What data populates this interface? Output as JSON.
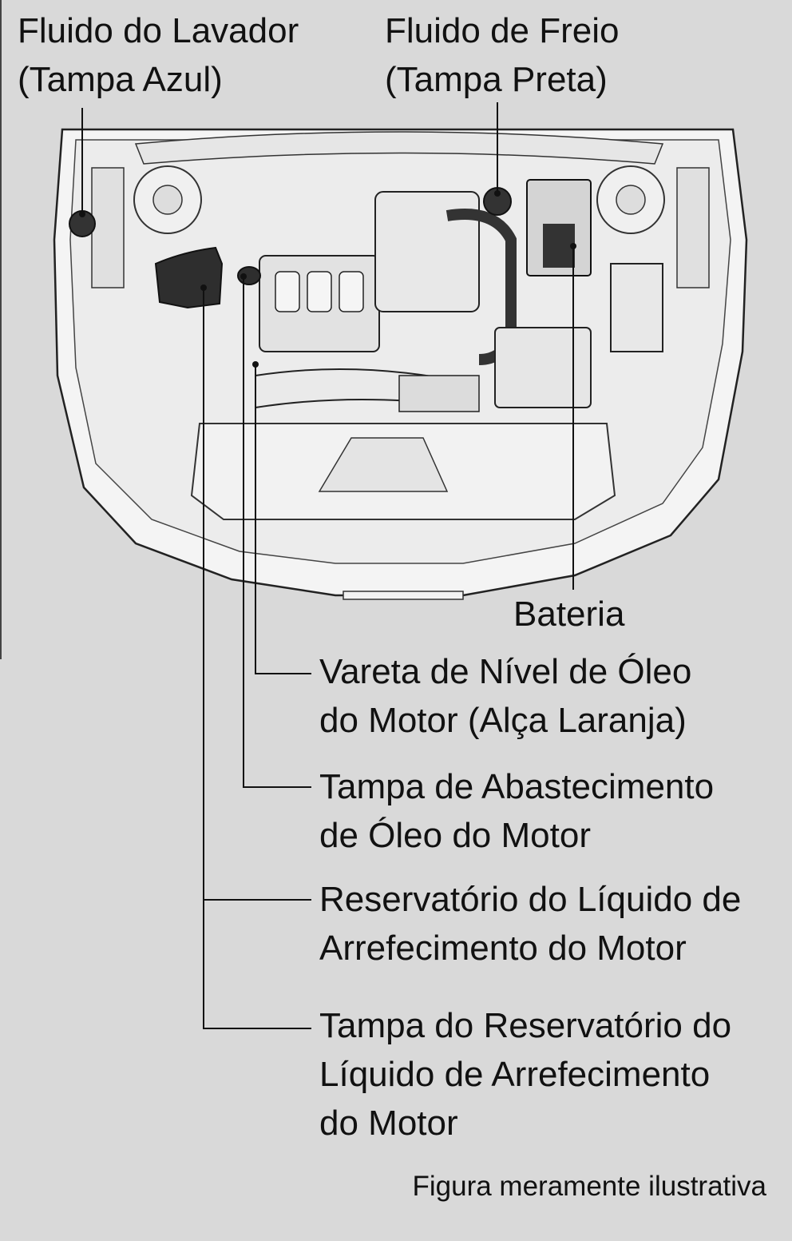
{
  "labels": {
    "washer_fluid": [
      "Fluido do Lavador",
      "(Tampa Azul)"
    ],
    "brake_fluid": [
      "Fluido de Freio",
      "(Tampa Preta)"
    ],
    "battery": [
      "Bateria"
    ],
    "dipstick": [
      "Vareta de Nível de Óleo",
      "do Motor (Alça Laranja)"
    ],
    "oil_filler_cap": [
      "Tampa de Abastecimento",
      "de Óleo do Motor"
    ],
    "coolant_reservoir": [
      "Reservatório do Líquido de",
      "Arrefecimento do Motor"
    ],
    "coolant_reservoir_cap": [
      "Tampa do Reservatório do",
      "Líquido de Arrefecimento",
      "do Motor"
    ]
  },
  "caption": "Figura meramente ilustrativa",
  "colors": {
    "background": "#d9d9d9",
    "line": "#111111",
    "car_fill": "#f4f4f4"
  }
}
